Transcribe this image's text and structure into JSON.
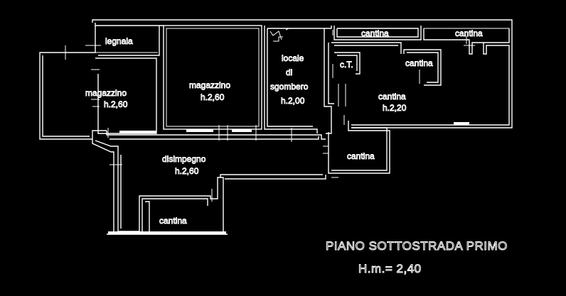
{
  "labels": {
    "legnaia": "legnaia",
    "magazzino_left": "magazzino",
    "magazzino_left_h": "h.2,60",
    "magazzino_center": "magazzino",
    "magazzino_center_h": "h.2,60",
    "locale_1": "locale",
    "locale_2": "di",
    "locale_3": "sgombero",
    "locale_h": "h.2,00",
    "cantina_top_1": "cantina",
    "cantina_top_2": "cantina",
    "ct": "c.T.",
    "cantina_small": "cantina",
    "cantina_large": "cantina",
    "cantina_large_h": "h.2,20",
    "cantina_right_bottom": "cantina",
    "disimpegno": "disimpegno",
    "disimpegno_h": "h.2,60",
    "cantina_bottom": "cantina"
  },
  "title": {
    "line1": "PIANO  SOTTOSTRADA  PRIMO",
    "line2": "H.m.= 2,40"
  },
  "colors": {
    "background": "#000000",
    "lines": "#ffffff"
  }
}
